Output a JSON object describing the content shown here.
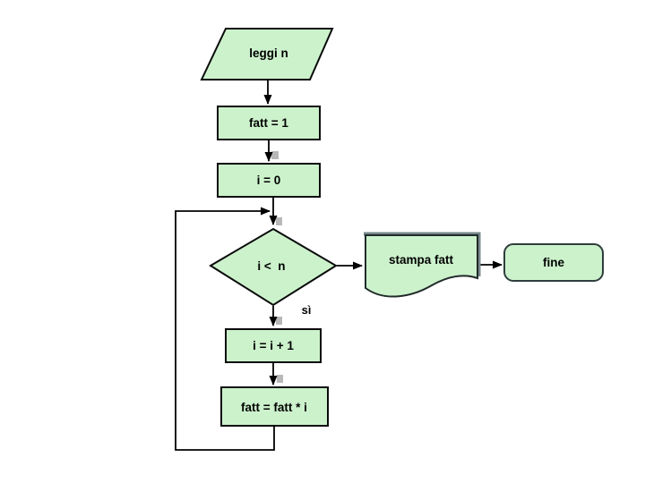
{
  "diagram": {
    "language": "it",
    "nodes": {
      "read_n": {
        "label": "leggi n",
        "shape": "parallelogram-io"
      },
      "init_fatt": {
        "label": "fatt = 1",
        "shape": "process-rect"
      },
      "init_i": {
        "label": "i = 0",
        "shape": "process-rect"
      },
      "condition": {
        "label": "i <  n",
        "shape": "decision-diamond"
      },
      "increment": {
        "label": "i = i + 1",
        "shape": "process-rect"
      },
      "multiply": {
        "label": "fatt = fatt * i",
        "shape": "process-rect"
      },
      "print": {
        "label": "stampa fatt",
        "shape": "document"
      },
      "end": {
        "label": "fine",
        "shape": "terminator-rounded"
      }
    },
    "edge_labels": {
      "yes_branch": "sì"
    },
    "colors": {
      "background": "#ffffff",
      "node_fill": "#ccf2cc",
      "node_border": "#0a0a0a",
      "document_shadow": "#76878a",
      "terminator_border": "#2f3d3d",
      "connector": "#000000",
      "text": "#000000"
    }
  }
}
